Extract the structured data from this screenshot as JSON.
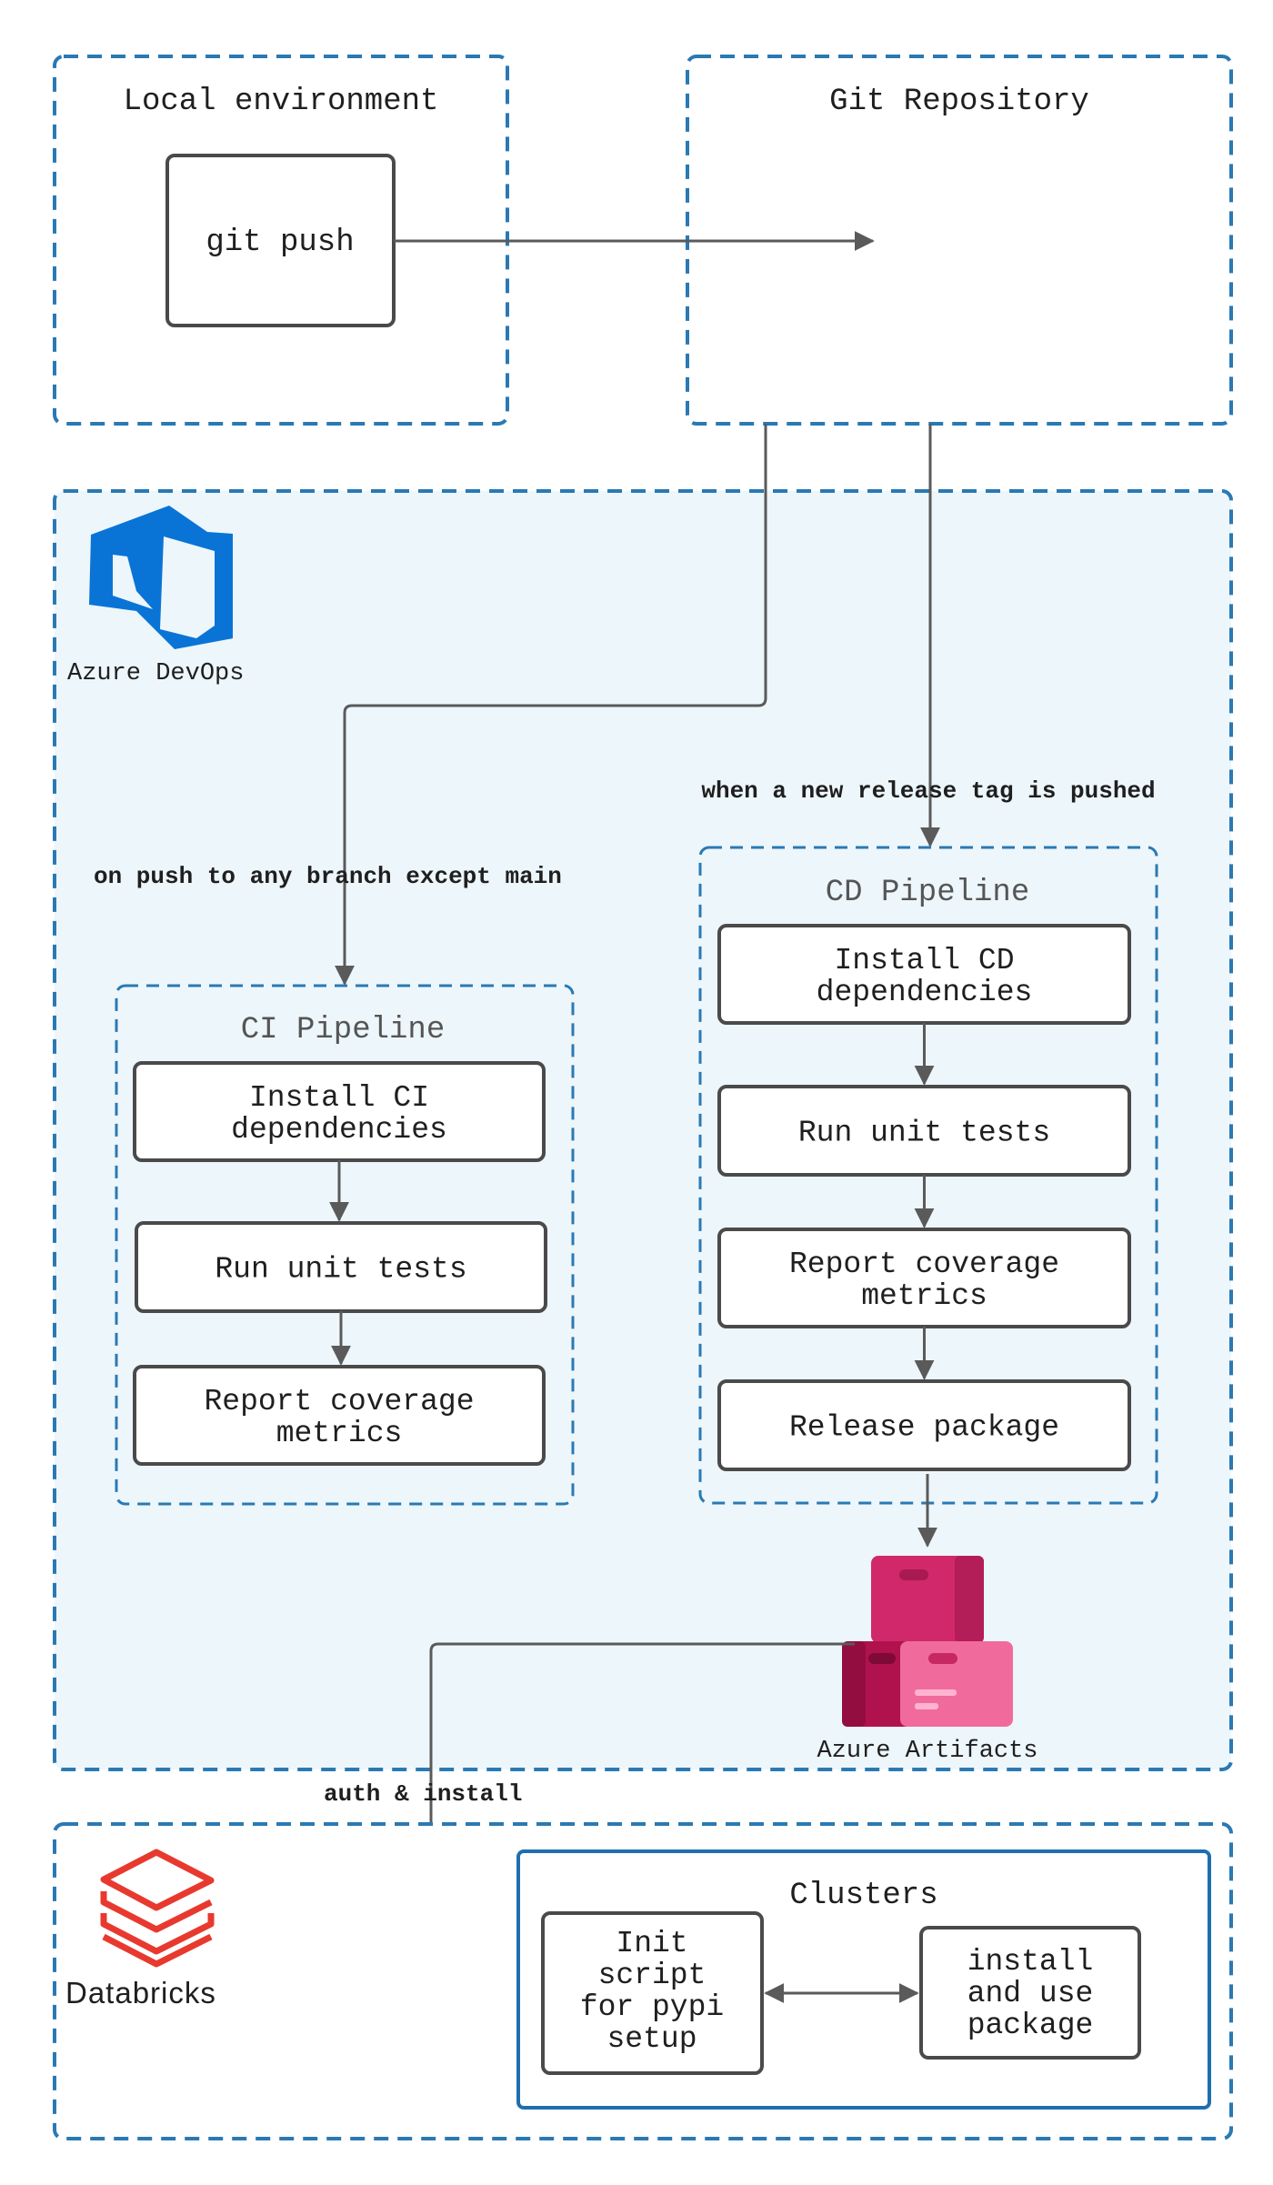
{
  "local": {
    "title": "Local environment",
    "git_push": "git push"
  },
  "repo": {
    "title": "Git Repository",
    "icon": "git-icon",
    "color": "#0a74d6"
  },
  "devops": {
    "label": "Azure DevOps",
    "icon": "azure-devops-icon",
    "color": "#0a74d6",
    "trigger_ci": "on push to any branch except main",
    "trigger_cd": "when a new release tag is pushed"
  },
  "ci": {
    "title": "CI Pipeline",
    "steps": [
      "Install CI\ndependencies",
      "Run unit tests",
      "Report coverage\nmetrics"
    ]
  },
  "cd": {
    "title": "CD Pipeline",
    "steps": [
      "Install CD\ndependencies",
      "Run unit tests",
      "Report coverage\nmetrics",
      "Release package"
    ]
  },
  "artifacts": {
    "label": "Azure Artifacts",
    "icon": "azure-artifacts-icon",
    "color": "#d1286b"
  },
  "auth_install": "auth & install",
  "databricks": {
    "label": "Databricks",
    "icon": "databricks-icon",
    "color": "#e8392f"
  },
  "clusters": {
    "title": "Clusters",
    "init_script": "Init\nscript\nfor pypi\nsetup",
    "install_use": "install\nand use\npackage"
  },
  "colors": {
    "dashed_border": "#2a79b3",
    "devops_fill": "#edf6fb",
    "cluster_border": "#1f6fb0",
    "arrow": "#5a5a5a"
  }
}
